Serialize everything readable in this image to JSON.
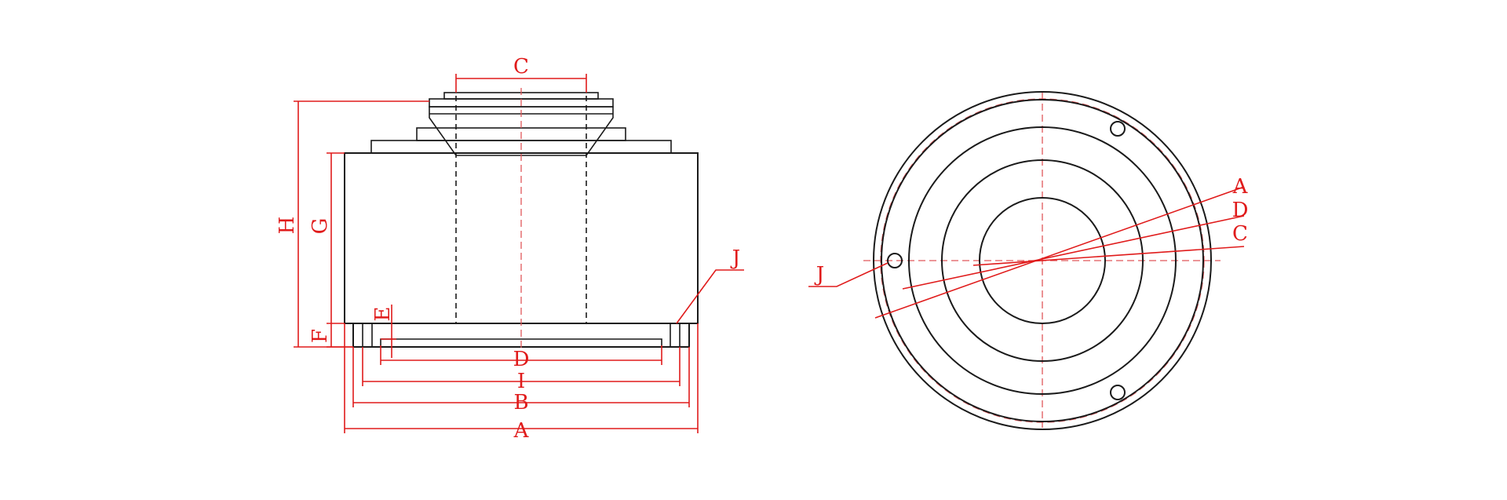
{
  "side_view": {
    "labels": {
      "c": "C",
      "h": "H",
      "g": "G",
      "e": "E",
      "f": "F",
      "j": "J",
      "d": "D",
      "i": "I",
      "b": "B",
      "a": "A"
    }
  },
  "top_view": {
    "labels": {
      "a": "A",
      "d": "D",
      "c": "C",
      "j": "J"
    }
  },
  "colors": {
    "ink": "#1a1a1a",
    "dimension": "#e01b1b",
    "centerline": "#e0585a"
  }
}
